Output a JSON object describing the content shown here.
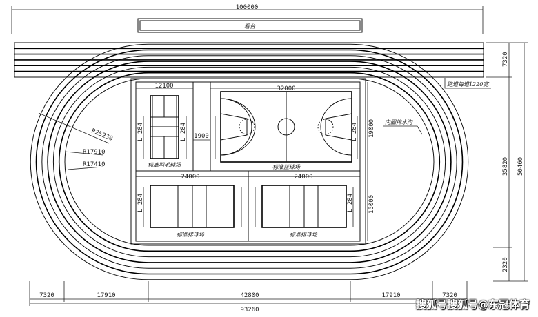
{
  "dimensions": {
    "overall_width": "100000",
    "track_width": "93260",
    "left_end": "7320",
    "left_curve": "17910",
    "straight": "42800",
    "right_curve": "17910",
    "right_end": "7320",
    "top_lanes": "7320",
    "inner_field": "35820",
    "bottom_lanes": "2320",
    "total_height": "50460",
    "badminton_width": "12100",
    "basketball_width": "32000",
    "gap": "1900",
    "volleyball_width_1": "24000",
    "volleyball_width_2": "24000",
    "upper_row_height": "19000",
    "lower_row_height": "15000",
    "radius_outer": "R25230",
    "radius_mid": "R17910",
    "radius_inner": "R17410",
    "court_side_label": "L 284"
  },
  "labels": {
    "stands": "看台",
    "lane_width_note": "跑道每道1220宽",
    "inner_drain": "内圈排水沟",
    "badminton": "标准羽毛球场",
    "basketball": "标准篮球场",
    "volleyball_1": "标准排球场",
    "volleyball_2": "标准排球场"
  },
  "watermark": "搜狐号搜狐号@东冠体育"
}
